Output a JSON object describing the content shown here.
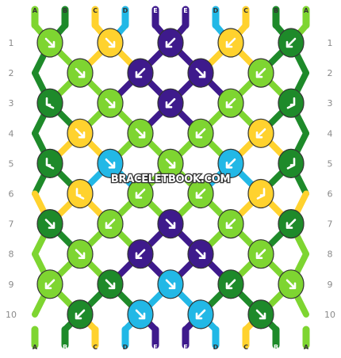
{
  "watermark": "BRACELETBOOK.COM",
  "strands": {
    "top": [
      "A",
      "B",
      "C",
      "D",
      "E",
      "E",
      "D",
      "C",
      "B",
      "A"
    ],
    "bottom": [
      "A",
      "B",
      "C",
      "D",
      "E",
      "E",
      "D",
      "C",
      "B",
      "A"
    ]
  },
  "rows": [
    "1",
    "2",
    "3",
    "4",
    "5",
    "6",
    "7",
    "8",
    "9",
    "10"
  ],
  "colors": {
    "A": "#7ed531",
    "B": "#1e8a2a",
    "C": "#ffd22e",
    "D": "#22b8e6",
    "E": "#3e1a8c"
  },
  "knots": [
    [
      "A",
      "C",
      "E",
      "C",
      "B"
    ],
    [
      "A",
      "E",
      "E",
      "A"
    ],
    [
      "B",
      "A",
      "E",
      "A",
      "B"
    ],
    [
      "C",
      "A",
      "A",
      "C"
    ],
    [
      "B",
      "D",
      "A",
      "D",
      "B"
    ],
    [
      "C",
      "A",
      "A",
      "C"
    ],
    [
      "B",
      "A",
      "E",
      "A",
      "B"
    ],
    [
      "A",
      "E",
      "E",
      "A"
    ],
    [
      "A",
      "B",
      "D",
      "B",
      "A"
    ],
    [
      "B",
      "D",
      "D",
      "B"
    ]
  ],
  "arrows": [
    [
      "dr",
      "dr",
      "dl",
      "dl",
      "dl"
    ],
    [
      "dr",
      "dl",
      "dr",
      "dl"
    ],
    [
      "rd",
      "dr",
      "dl",
      "dl",
      "ld"
    ],
    [
      "dr",
      "dr",
      "dl",
      "dl"
    ],
    [
      "rd",
      "dr",
      "dr",
      "dl",
      "ld"
    ],
    [
      "rd",
      "dl",
      "dl",
      "ld"
    ],
    [
      "dr",
      "dl",
      "dr",
      "dl",
      "dl"
    ],
    [
      "dr",
      "dl",
      "dr",
      "dl"
    ],
    [
      "dl",
      "dr",
      "dr",
      "dl",
      "dr"
    ],
    [
      "dl",
      "dr",
      "dl",
      "dr"
    ]
  ]
}
